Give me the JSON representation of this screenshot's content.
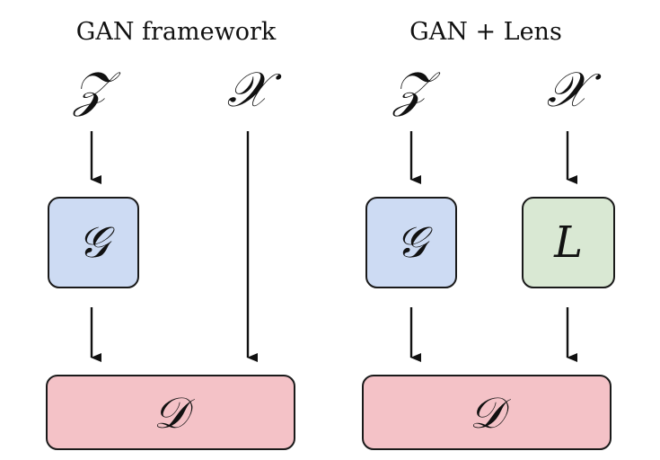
{
  "panels": {
    "left": {
      "title": "GAN framework",
      "z_symbol": "𝒵",
      "x_symbol": "𝒳",
      "generator_symbol": "𝒢",
      "discriminator_symbol": "𝒟"
    },
    "right": {
      "title": "GAN + Lens",
      "z_symbol": "𝒵",
      "x_symbol": "𝒳",
      "generator_symbol": "𝒢",
      "lens_symbol": "L",
      "discriminator_symbol": "𝒟"
    }
  },
  "colors": {
    "generator_fill": "#cddbf3",
    "lens_fill": "#d9e8d3",
    "discriminator_fill": "#f4c2c7",
    "stroke": "#1a1a1a"
  }
}
